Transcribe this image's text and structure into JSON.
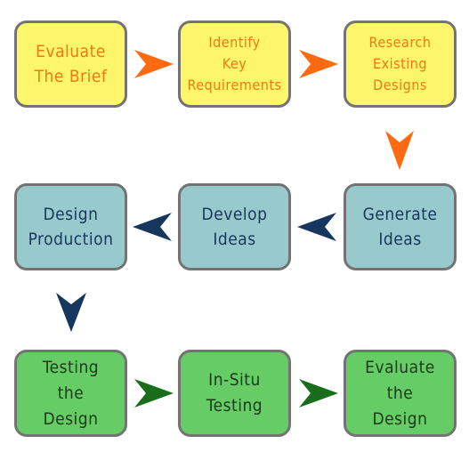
{
  "colors": {
    "yellow_fill": "#fdf66a",
    "yellow_text": "#f07a12",
    "blue_fill": "#98c9cc",
    "blue_text": "#17365d",
    "green_fill": "#66cc66",
    "green_text": "#1a3a1a",
    "arrow_orange": "#ff6a10",
    "arrow_navy": "#17365d",
    "arrow_green": "#1a6d1a"
  },
  "steps": [
    {
      "label": "Evaluate\nThe Brief"
    },
    {
      "label": "Identify\nKey\nRequirements"
    },
    {
      "label": "Research\nExisting\nDesigns"
    },
    {
      "label": "Generate\nIdeas"
    },
    {
      "label": "Develop\nIdeas"
    },
    {
      "label": "Design\nProduction"
    },
    {
      "label": "Testing\nthe\nDesign"
    },
    {
      "label": "In-Situ\nTesting"
    },
    {
      "label": "Evaluate\nthe\nDesign"
    }
  ]
}
